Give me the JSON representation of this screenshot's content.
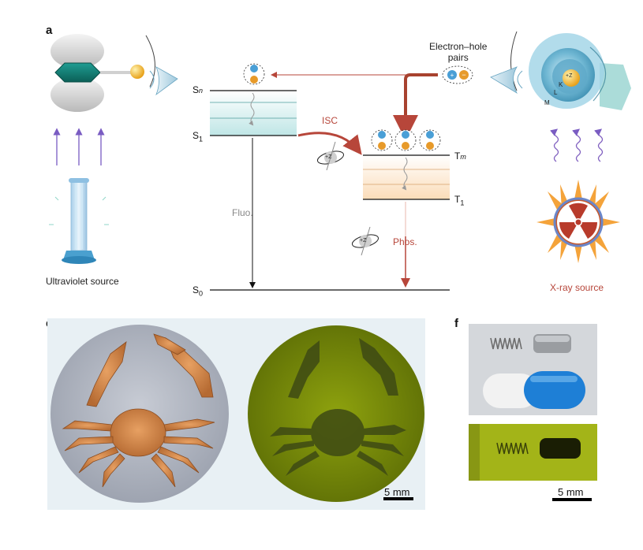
{
  "panels": {
    "a": {
      "label": "a"
    },
    "e": {
      "label": "e"
    },
    "f": {
      "label": "f"
    }
  },
  "levels": {
    "sn": {
      "base": "S",
      "sub": "n"
    },
    "s1": {
      "base": "S",
      "sub": "1"
    },
    "s0": {
      "base": "S",
      "sub": "0"
    },
    "tm": {
      "base": "T",
      "sub": "m"
    },
    "t1": {
      "base": "T",
      "sub": "1"
    }
  },
  "labels": {
    "isc": "ISC",
    "fluo": "Fluo.",
    "phos": "Phos.",
    "electron_hole_line1": "Electron–hole",
    "electron_hole_line2": "pairs",
    "uv_source": "Ultraviolet source",
    "xray_source": "X-ray source",
    "nucleus": "+Z",
    "shell_k": "K",
    "shell_l": "L",
    "shell_m": "M",
    "spin_nucleus": "+Z",
    "scale_e": "5 mm",
    "scale_f": "5 mm"
  },
  "colors": {
    "isc_red": "#b7463a",
    "phos_red": "#b7463a",
    "teal_level": "#bfe6e6",
    "orange_level": "#fbe2c4",
    "uv_purple": "#7a5cc2",
    "xray_purple": "#8060c0",
    "green_glow": "#8ea20e",
    "capsule_blue": "#1e7fd6"
  },
  "icons": {
    "molecule": "phosphor-molecule-icon",
    "atom": "atom-shell-icon",
    "uv_lamp": "uv-lamp-icon",
    "radiation": "radiation-hazard-icon",
    "spin": "spin-orbit-icon",
    "spring": "spring-icon",
    "capsule": "capsule-icon"
  }
}
